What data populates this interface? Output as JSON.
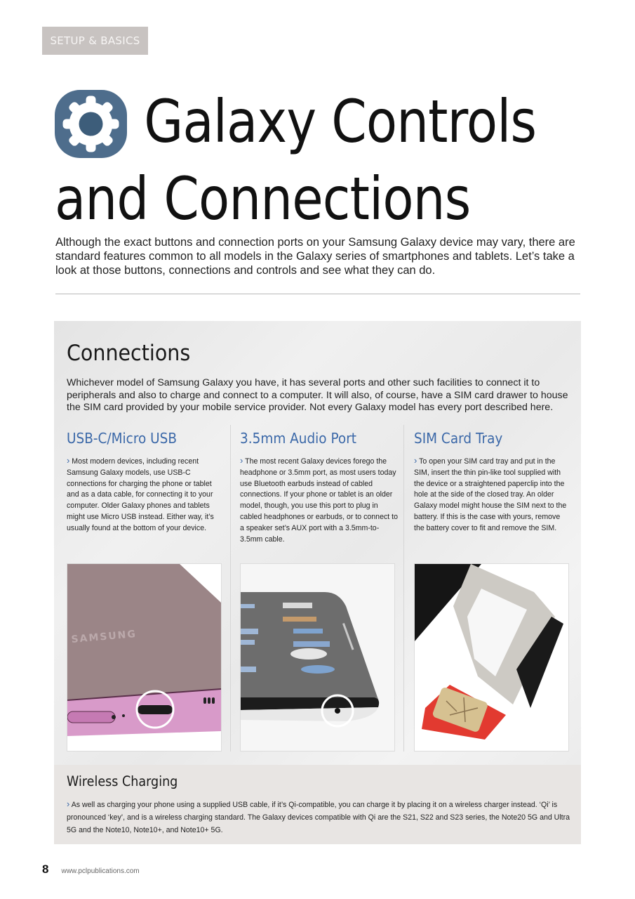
{
  "section_tag": "SETUP & BASICS",
  "title": {
    "line1": "Galaxy Controls",
    "line2": "and Connections",
    "icon": "settings-gear-icon",
    "icon_color": "#4e6d8c"
  },
  "intro": "Although the exact buttons and connection ports on your Samsung Galaxy device may vary, there are standard features common to all models in the Galaxy series of smartphones and tablets. Let’s take a look at those buttons, connections and controls and see what they can do.",
  "connections": {
    "heading": "Connections",
    "intro": "Whichever model of Samsung Galaxy you have, it has several ports and other such facilities to connect it to peripherals and also to charge and connect to a computer. It will also, of course, have a SIM card drawer to house the SIM card provided by your mobile service provider. Not every Galaxy model has every port described here.",
    "accent_color": "#3b68a8",
    "columns": [
      {
        "heading": "USB-C/Micro USB",
        "bullet": "›",
        "text": "Most modern devices, including recent Samsung Galaxy models, use USB-C connections for charging the phone or tablet and as a data cable, for connecting it to your computer. Older Galaxy phones and tablets might use Micro USB instead. Either way, it’s usually found at the bottom of your device.",
        "image": "Pink Samsung phone bottom edge with USB-C port circled",
        "image_brand_text": "SAMSUNG"
      },
      {
        "heading": "3.5mm Audio Port",
        "bullet": "›",
        "text": "The most recent Galaxy devices forego the headphone or 3.5mm port, as most users today use Bluetooth earbuds instead of cabled connections. If your phone or tablet is an older model, though, you use this port to plug in cabled headphones or earbuds, or to connect to a speaker set’s AUX port with a 3.5mm-to-3.5mm cable.",
        "image": "Phone bottom edge with 3.5mm headphone jack circled"
      },
      {
        "heading": "SIM Card Tray",
        "bullet": "›",
        "text": "To open your SIM card tray and put in the SIM, insert the thin pin-like tool supplied with the device or a straightened paperclip into the hole at the side of the closed tray. An older Galaxy model might house the SIM next to the battery. If this is the case with yours, remove the battery cover to fit and remove the SIM.",
        "image": "Open SIM tray with red SIM card"
      }
    ]
  },
  "wireless": {
    "heading": "Wireless Charging",
    "bullet": "›",
    "text": "As well as charging your phone using a supplied USB cable, if it’s Qi-compatible, you can charge it by placing it on a wireless charger instead. ‘Qi’ is pronounced ‘key’, and is a wireless charging standard. The Galaxy devices compatible with Qi are the S21, S22 and S23 series, the Note20 5G and Ultra 5G and the Note10, Note10+, and Note10+ 5G."
  },
  "footer": {
    "page_number": "8",
    "website": "www.pclpublications.com"
  }
}
